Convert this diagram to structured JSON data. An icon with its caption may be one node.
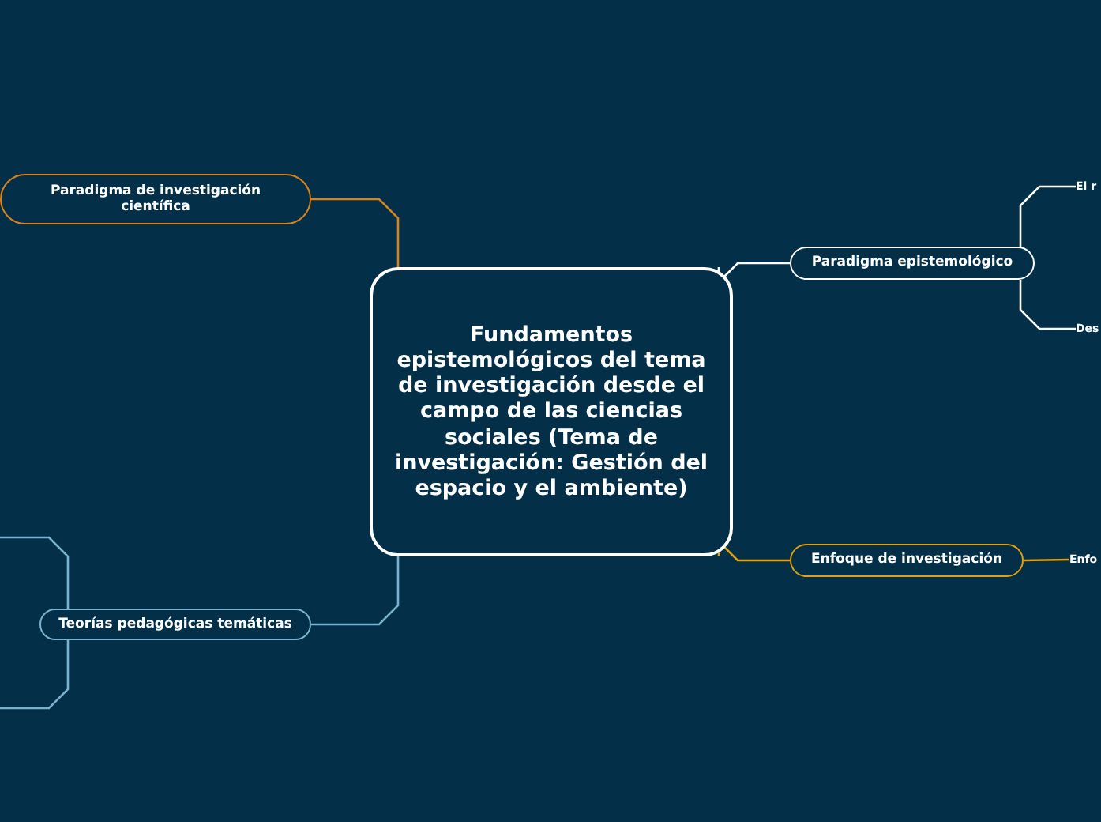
{
  "diagram": {
    "nodes": [
      {
        "text": [
          "Fundamentos epistemológicos del tema de investigación desde el campo de las ciencias sociales (Tema de investigación: Gestión del espacio y el ambiente)"
        ]
      },
      {
        "text": [
          "Paradigma de investigación científica"
        ]
      },
      {
        "text": [
          "Paradigma epistemológico"
        ]
      },
      {
        "text": [
          "El r"
        ]
      },
      {
        "text": [
          "Des"
        ]
      },
      {
        "text": [
          "Teorías pedagógicas temáticas"
        ]
      },
      {
        "text": [
          "Enfoque de investigación"
        ]
      },
      {
        "text": [
          "Enfo"
        ]
      }
    ],
    "edges": [
      {
        "from": 0,
        "to": 1,
        "arrow": "none",
        "color": "#d9821a"
      },
      {
        "from": 0,
        "to": 2,
        "arrow": "none"
      },
      {
        "from": 2,
        "to": 3,
        "arrow": "none"
      },
      {
        "from": 2,
        "to": 4,
        "arrow": "none"
      },
      {
        "from": 0,
        "to": 5,
        "arrow": "none",
        "color": "#7ab3d0"
      },
      {
        "from": 5,
        "to": null,
        "arrow": "none",
        "color": "#7ab3d0"
      },
      {
        "from": 5,
        "to": null,
        "arrow": "none",
        "color": "#7ab3d0"
      },
      {
        "from": 0,
        "to": 6,
        "arrow": "none",
        "color": "#e0a010"
      },
      {
        "from": 6,
        "to": 7,
        "arrow": "none",
        "color": "#e0a010"
      }
    ]
  }
}
